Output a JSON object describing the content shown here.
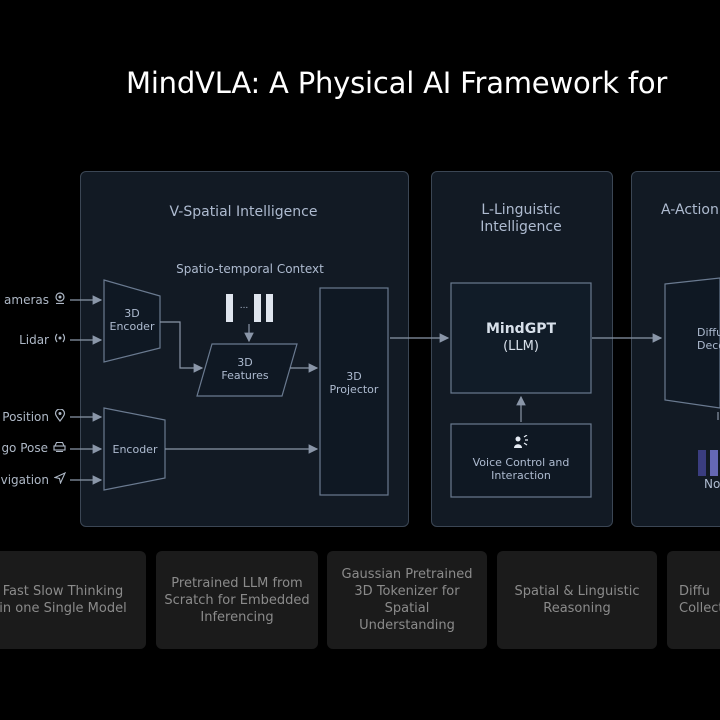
{
  "title": "MindVLA: A Physical AI Framework for",
  "inputs": [
    {
      "label": "ameras",
      "icon": "camera-icon"
    },
    {
      "label": "Lidar",
      "icon": "lidar-icon"
    },
    {
      "label": "Position",
      "icon": "location-pin-icon"
    },
    {
      "label": "go Pose",
      "icon": "car-icon"
    },
    {
      "label": "vigation",
      "icon": "navigation-arrow-icon"
    }
  ],
  "v_panel": {
    "title": "V-Spatial Intelligence",
    "context_label": "Spatio-temporal Context",
    "encoder_3d": "3D\nEncoder",
    "features_3d": "3D\nFeatures",
    "projector_3d": "3D\nProjector",
    "encoder": "Encoder",
    "dots": "..."
  },
  "l_panel": {
    "title": "L-Linguistic\nIntelligence",
    "mindgpt": "MindGPT",
    "llm": "(LLM)",
    "voice": "Voice Control and\nInteraction"
  },
  "a_panel": {
    "title": "A-Action",
    "diffusion": "Diffu\nDeco",
    "noise": "No"
  },
  "cards": [
    "Fast Slow Thinking\nin one Single Model",
    "Pretrained LLM from\nScratch for Embedded\nInferencing",
    "Gaussian Pretrained\n3D Tokenizer for\nSpatial Understanding",
    "Spatial & Linguistic\nReasoning",
    "Diffu\nCollect"
  ],
  "colors": {
    "background": "#000000",
    "panel": "#121a24",
    "panel_border": "#3b4654",
    "box_border": "#5b6b80",
    "card": "#1b1b1b",
    "noise_purple": "#5b5fa8"
  }
}
